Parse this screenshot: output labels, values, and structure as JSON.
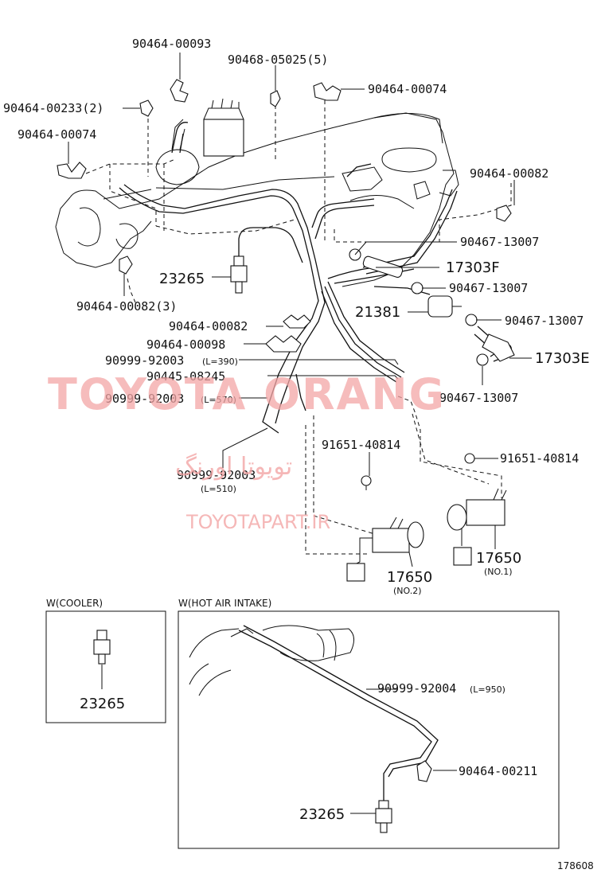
{
  "watermark": {
    "latin": "TOYOTA ORANG",
    "persian": "تویوتا اورنگ",
    "site": "TOYOTAPART.IR"
  },
  "figure_id": "178608",
  "callouts": {
    "c1": "90464-00093",
    "c2": "90468-05025(5)",
    "c3": "90464-00074",
    "c4": "90464-00233(2)",
    "c5": "90464-00074",
    "c6": "90464-00082",
    "c7": "90467-13007",
    "c8": "17303F",
    "c9": "23265",
    "c10": "90467-13007",
    "c11": "90464-00082(3)",
    "c12": "21381",
    "c13": "90467-13007",
    "c14": "90464-00082",
    "c15": "90464-00098",
    "c16": "17303E",
    "c17": "90999-92003",
    "c17s": "(L=390)",
    "c18": "90445-08245",
    "c19": "90467-13007",
    "c20": "90999-92003",
    "c20s": "(L=570)",
    "c21": "91651-40814",
    "c22": "91651-40814",
    "c23": "90999-92003",
    "c23s": "(L=510)",
    "c24": "17650",
    "c24s": "(NO.1)",
    "c25": "17650",
    "c25s": "(NO.2)"
  },
  "inset_cooler": {
    "title": "W(COOLER)",
    "part": "23265"
  },
  "inset_hot_air": {
    "title": "W(HOT AIR INTAKE)",
    "hose": "90999-92004",
    "hose_len": "(L=950)",
    "clamp": "90464-00211",
    "sensor": "23265"
  }
}
